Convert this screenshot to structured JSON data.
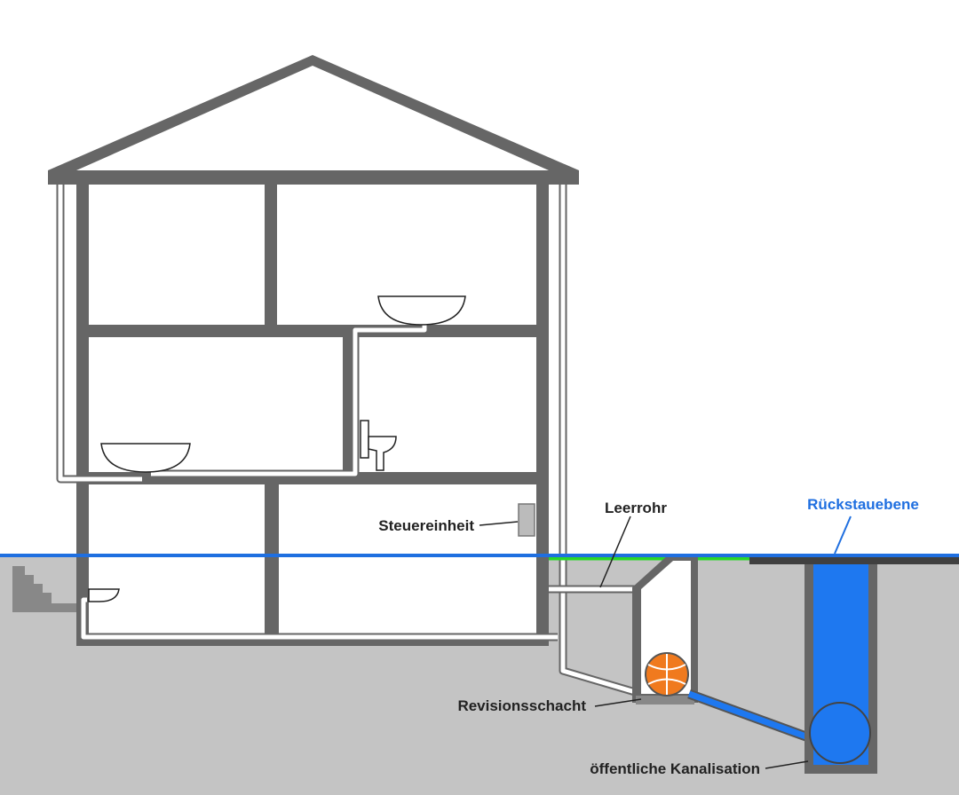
{
  "labels": {
    "steuereinheit": "Steuereinheit",
    "leerrohr": "Leerrohr",
    "rueckstauebene": "Rückstauebene",
    "revisionsschacht": "Revisionsschacht",
    "kanalisation": "öffentliche Kanalisation"
  },
  "colors": {
    "wall": "#666666",
    "ground": "#c4c4c4",
    "backflow_level": "#1f6fe0",
    "water": "#1e78f0",
    "pump": "#f07a1e",
    "lawn": "#2ad62a",
    "road": "#404040",
    "label_blue": "#1f6fe0"
  },
  "icons": {
    "roof": "roof-shape",
    "sink": "sink-icon",
    "toilet": "toilet-icon",
    "pump": "pump-icon",
    "control_box": "control-box-icon"
  }
}
